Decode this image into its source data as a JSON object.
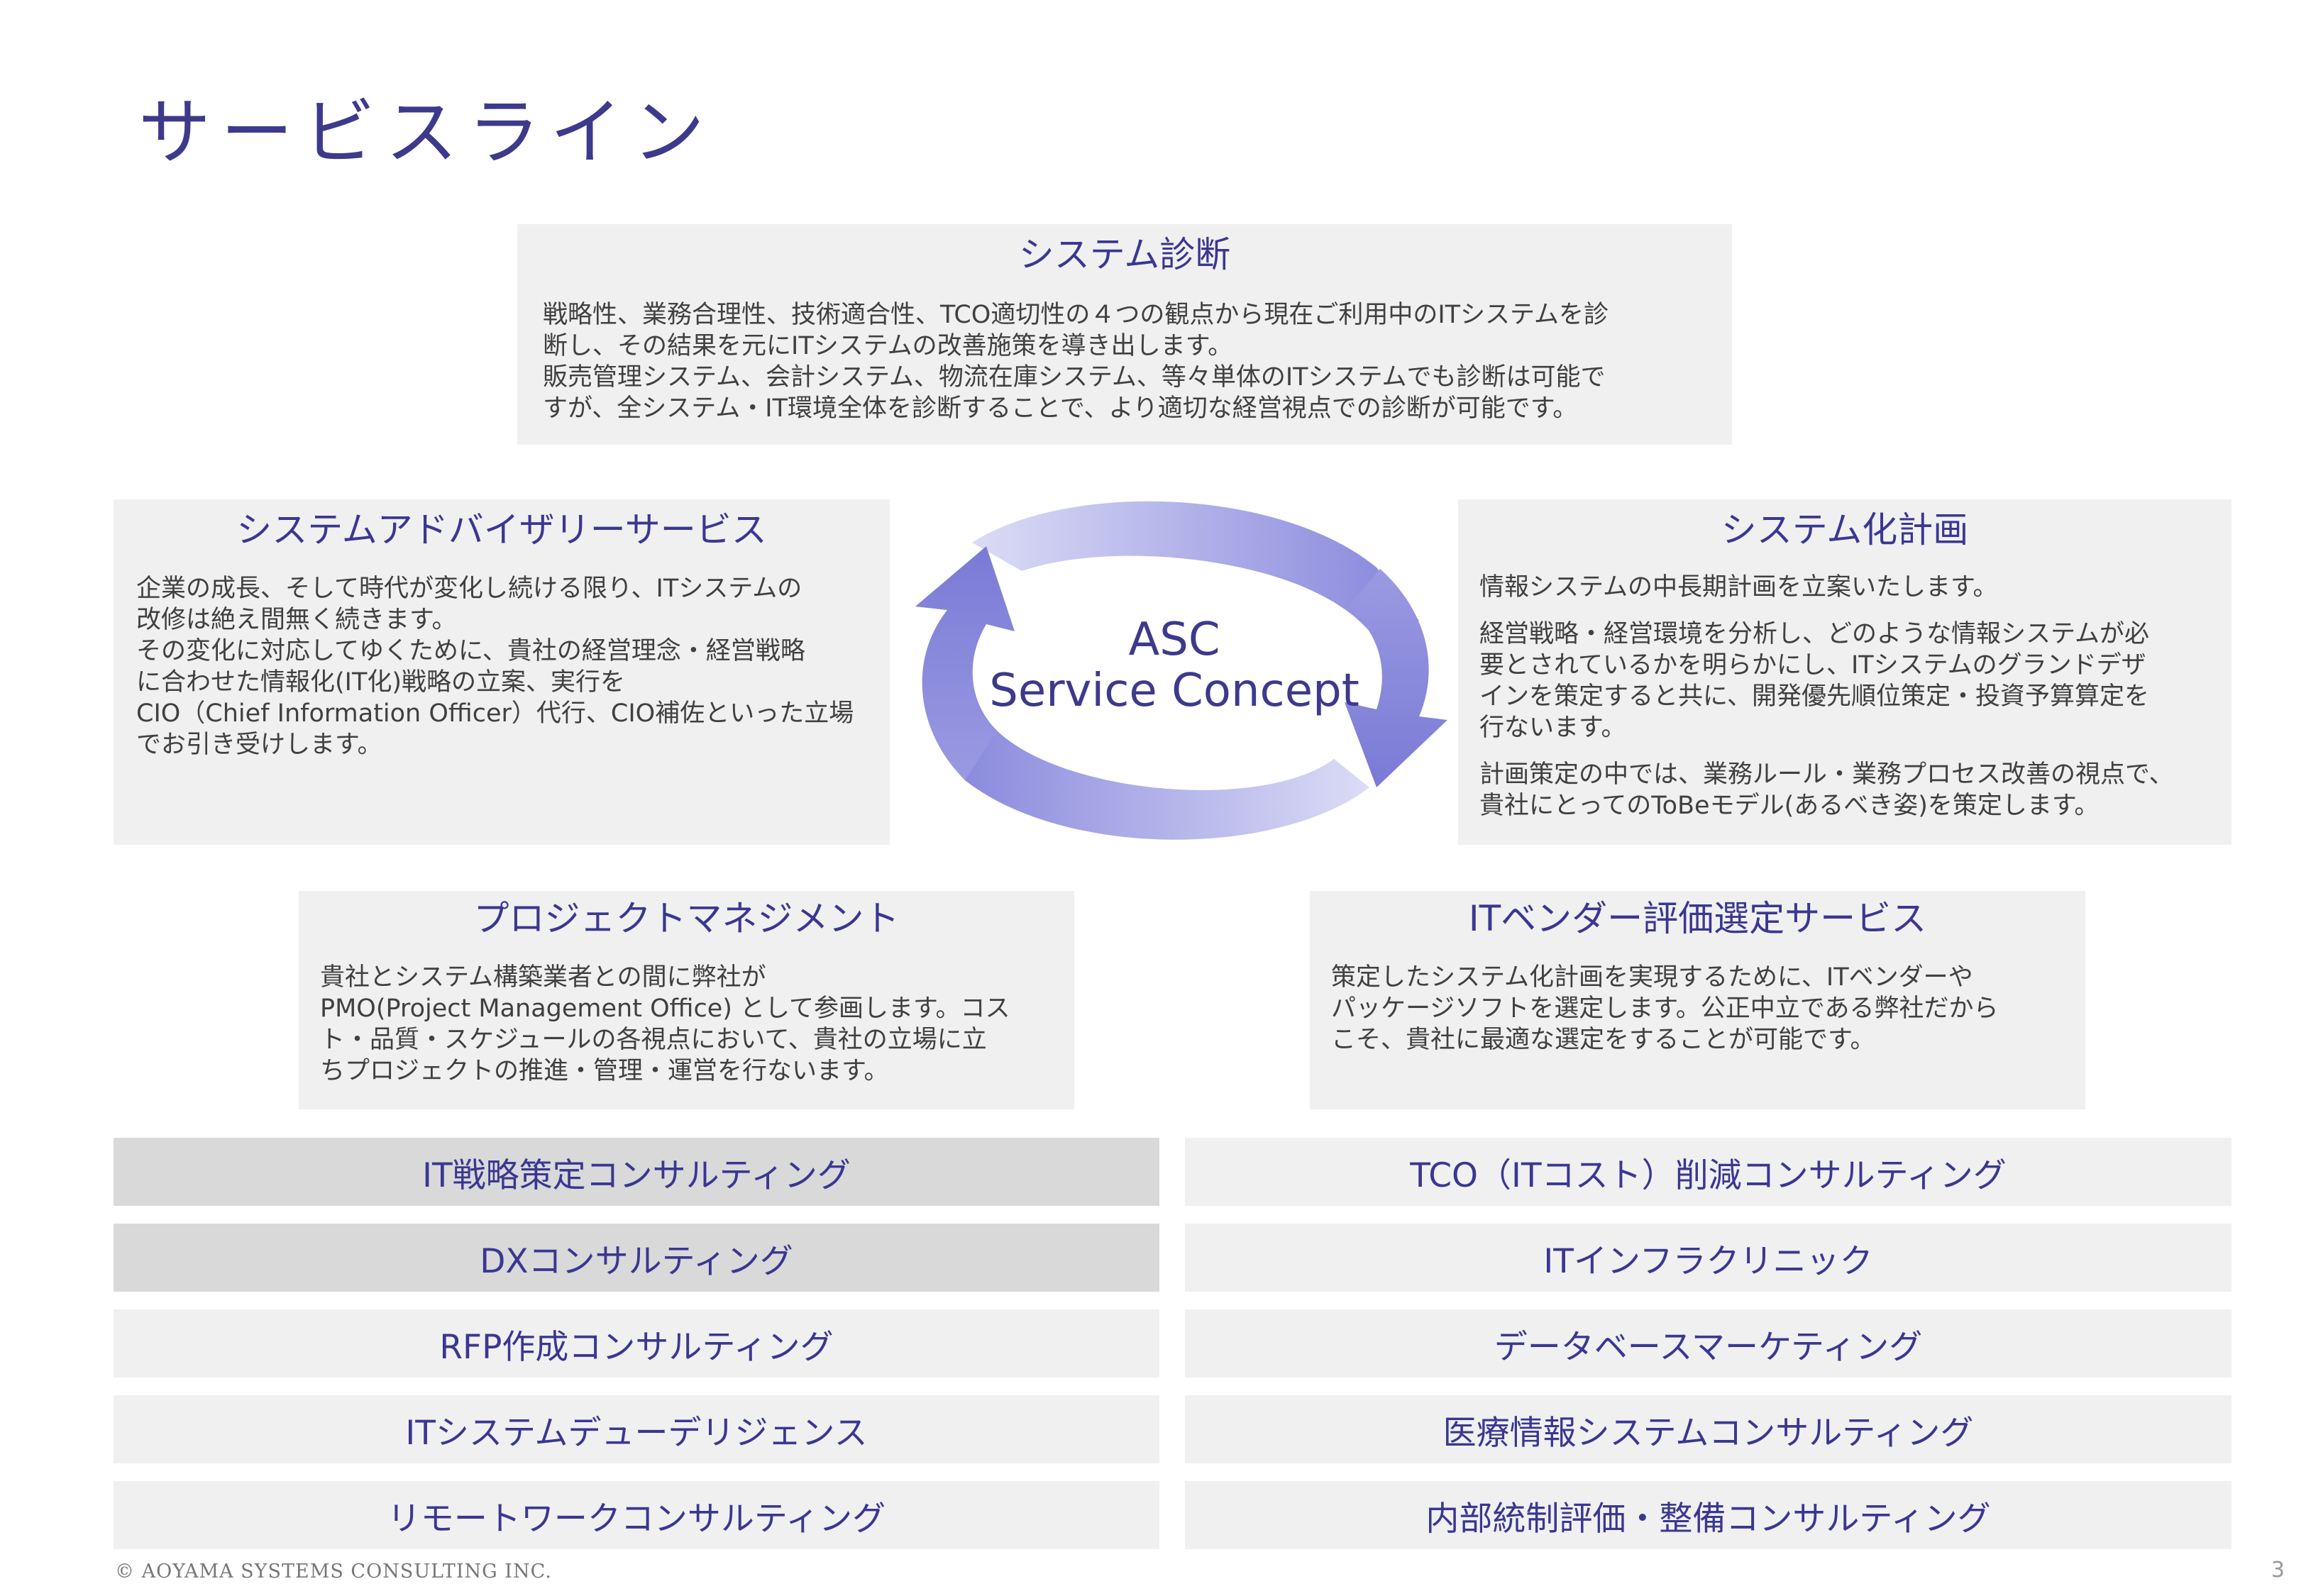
{
  "page": {
    "title": "サービスライン"
  },
  "center": {
    "line1": "ASC",
    "line2": "Service Concept"
  },
  "boxes": {
    "diagnosis": {
      "title": "システム診断",
      "lines": [
        "戦略性、業務合理性、技術適合性、TCO適切性の４つの観点から現在ご利用中のITシステムを診",
        "断し、その結果を元にITシステムの改善施策を導き出します。",
        "販売管理システム、会計システム、物流在庫システム、等々単体のITシステムでも診断は可能で",
        "すが、全システム・IT環境全体を診断することで、より適切な経営視点での診断が可能です。"
      ]
    },
    "advisory": {
      "title": "システムアドバイザリーサービス",
      "lines": [
        "企業の成長、そして時代が変化し続ける限り、ITシステムの",
        "改修は絶え間無く続きます。",
        "その変化に対応してゆくために、貴社の経営理念・経営戦略",
        "に合わせた情報化(IT化)戦略の立案、実行を",
        "CIO（Chief Information Officer）代行、CIO補佐といった立場",
        "でお引き受けします。"
      ]
    },
    "planning": {
      "title": "システム化計画",
      "p1": "情報システムの中長期計画を立案いたします。",
      "p2_lines": [
        "経営戦略・経営環境を分析し、どのような情報システムが必",
        "要とされているかを明らかにし、ITシステムのグランドデザ",
        "インを策定すると共に、開発優先順位策定・投資予算算定を",
        "行ないます。"
      ],
      "p3_lines": [
        "計画策定の中では、業務ルール・業務プロセス改善の視点で、",
        "貴社にとってのToBeモデル(あるべき姿)を策定します。"
      ]
    },
    "pm": {
      "title": "プロジェクトマネジメント",
      "lines": [
        "貴社とシステム構築業者との間に弊社が",
        "PMO(Project Management Office) として参画します。コス",
        "ト・品質・スケジュールの各視点において、貴社の立場に立",
        "ちプロジェクトの推進・管理・運営を行ないます。"
      ]
    },
    "vendor": {
      "title": "ITベンダー評価選定サービス",
      "lines": [
        "策定したシステム化計画を実現するために、ITベンダーや",
        "パッケージソフトを選定します。公正中立である弊社だから",
        "こそ、貴社に最適な選定をすることが可能です。"
      ]
    }
  },
  "services": {
    "left": [
      "IT戦略策定コンサルティング",
      "DXコンサルティング",
      "RFP作成コンサルティング",
      "ITシステムデューデリジェンス",
      "リモートワークコンサルティング"
    ],
    "right": [
      "TCO（ITコスト）削減コンサルティング",
      "ITインフラクリニック",
      "データベースマーケティング",
      "医療情報システムコンサルティング",
      "内部統制評価・整備コンサルティング"
    ]
  },
  "footer": {
    "copyright": "© AOYAMA SYSTEMS CONSULTING INC.",
    "page_number": "3"
  },
  "colors": {
    "title": "#3d3a8c",
    "box_bg": "#f0f0f0",
    "box_bg_active": "#d9d9d9",
    "arrow": "#8c8ce0"
  }
}
